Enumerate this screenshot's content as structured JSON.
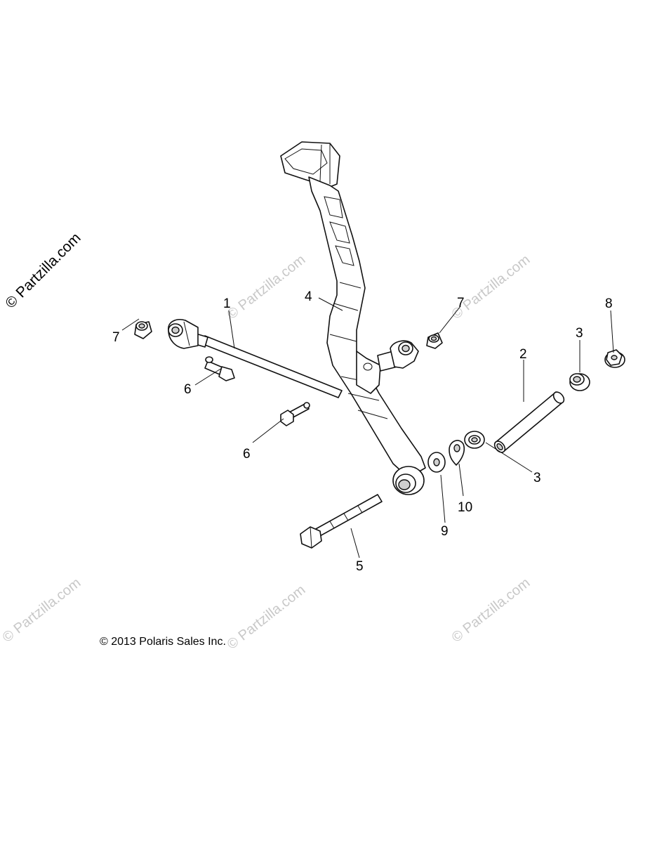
{
  "watermark": {
    "main_text": "© Partzilla.com",
    "tile_text": "© Partzilla.com"
  },
  "copyright": "© 2013 Polaris Sales Inc.",
  "callouts": {
    "rod_1": "1",
    "tube_2": "2",
    "bushing_3a": "3",
    "bushing_3b": "3",
    "lever_4": "4",
    "bolt_5": "5",
    "bolt_6a": "6",
    "bolt_6b": "6",
    "nut_7a": "7",
    "nut_7b": "7",
    "nut_8": "8",
    "washer_9": "9",
    "washer_10": "10"
  }
}
